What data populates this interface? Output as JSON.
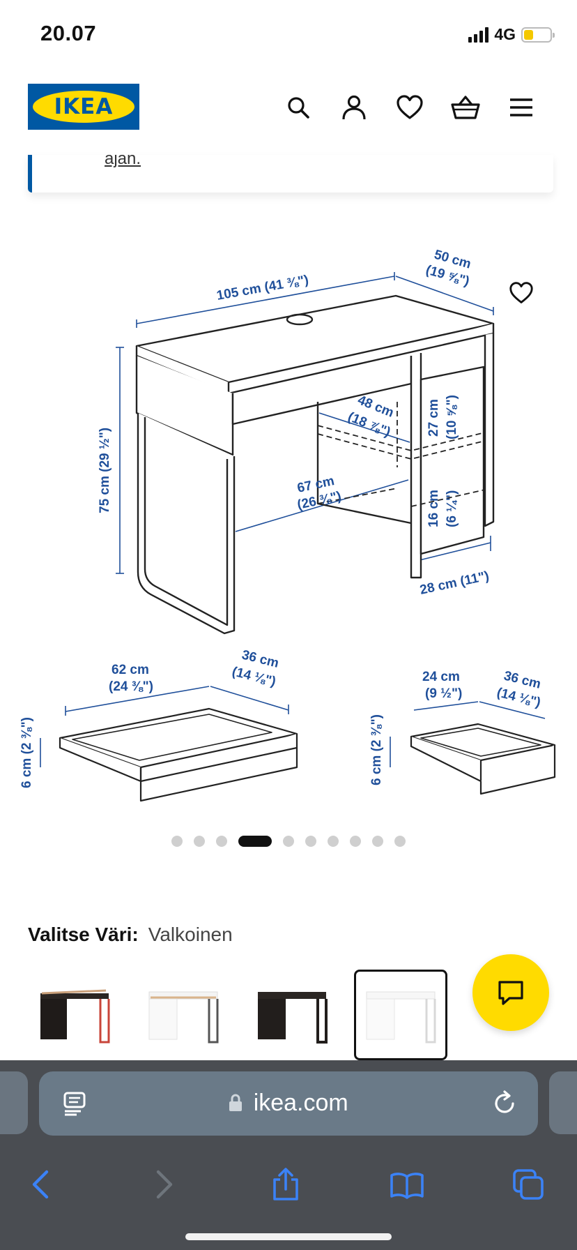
{
  "status": {
    "time": "20.07",
    "network": "4G",
    "battery_level": 0.35,
    "colors": {
      "battery": "#f4c800"
    }
  },
  "header": {
    "logo_text": "IKEA",
    "icons": [
      "search-icon",
      "account-icon",
      "favorites-icon",
      "basket-icon",
      "menu-icon"
    ],
    "colors": {
      "logo_blue": "#0058a3",
      "logo_yellow": "#ffdb00"
    }
  },
  "notice": {
    "text": "ajan."
  },
  "product_image": {
    "dimensions": {
      "width": "105 cm (41 ⅜\")",
      "depth_top": "50 cm",
      "depth_top_in": "(19 ⅝\")",
      "height": "75 cm (29 ½\")",
      "inner_depth": "48 cm",
      "inner_depth_in": "(18 ⅞\")",
      "knee_width": "67 cm",
      "knee_width_in": "(26 ⅜\")",
      "shelf_top": "27 cm",
      "shelf_top_in": "(10 ⅝\")",
      "shelf_bottom": "16 cm",
      "shelf_bottom_in": "(6 ¼\")",
      "cabinet_width": "28 cm (11\")",
      "drawer1_width": "62 cm",
      "drawer1_width_in": "(24 ⅜\")",
      "drawer1_depth": "36 cm",
      "drawer1_depth_in": "(14 ⅛\")",
      "drawer1_height": "6 cm (2 ⅜\")",
      "drawer2_width": "24 cm",
      "drawer2_width_in": "(9 ½\")",
      "drawer2_depth": "36 cm",
      "drawer2_depth_in": "(14 ⅛\")",
      "drawer2_height": "6 cm (2 ⅜\")"
    },
    "colors": {
      "dimension": "#1f4f9a"
    }
  },
  "carousel": {
    "count": 10,
    "active_index": 3
  },
  "color_select": {
    "label": "Valitse Väri:",
    "value": "Valkoinen",
    "swatches": [
      {
        "name": "black-brown-red",
        "selected": false
      },
      {
        "name": "white-birch",
        "selected": false
      },
      {
        "name": "black-brown",
        "selected": false
      },
      {
        "name": "white",
        "selected": true
      }
    ]
  },
  "chat_button": {
    "icon": "chat-icon"
  },
  "browser": {
    "url": "ikea.com",
    "toolbar": [
      "back-icon",
      "forward-icon",
      "share-icon",
      "bookmarks-icon",
      "tabs-icon"
    ],
    "colors": {
      "accent": "#3b82f6",
      "chrome": "#4a4d52"
    }
  }
}
